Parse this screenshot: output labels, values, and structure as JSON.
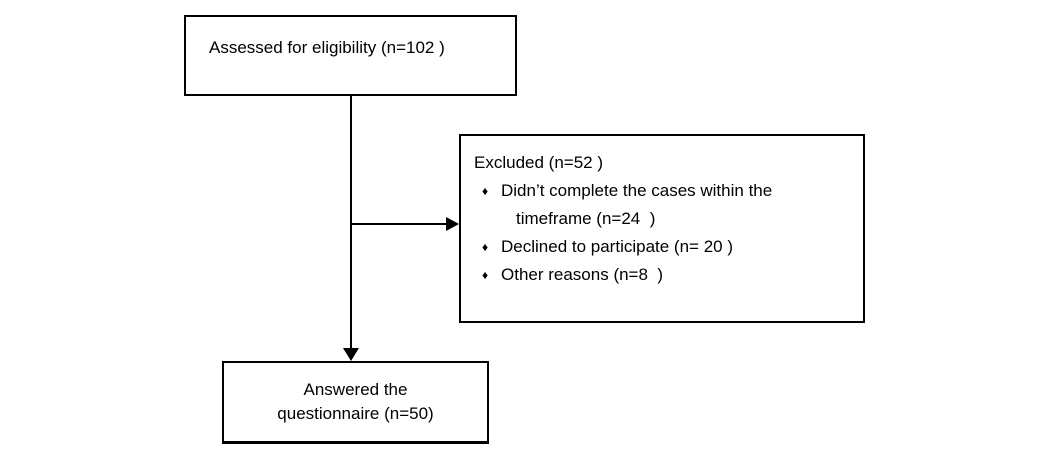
{
  "diagram": {
    "background": "#ffffff",
    "ink": "#000000",
    "assessed_box": {
      "label": "Assessed for eligibility (n=102 )"
    },
    "excluded_box": {
      "title": "Excluded (n=52 )",
      "bullet_glyph": "♦",
      "bullets": [
        {
          "lines": [
            "Didn’t complete the cases within the",
            "timeframe (n=24  )"
          ]
        },
        {
          "lines": [
            "Declined to participate (n= 20 )"
          ]
        },
        {
          "lines": [
            "Other reasons (n=8  )"
          ]
        }
      ]
    },
    "answered_box": {
      "lines": [
        "Answered the",
        "questionnaire (n=50)"
      ]
    }
  }
}
